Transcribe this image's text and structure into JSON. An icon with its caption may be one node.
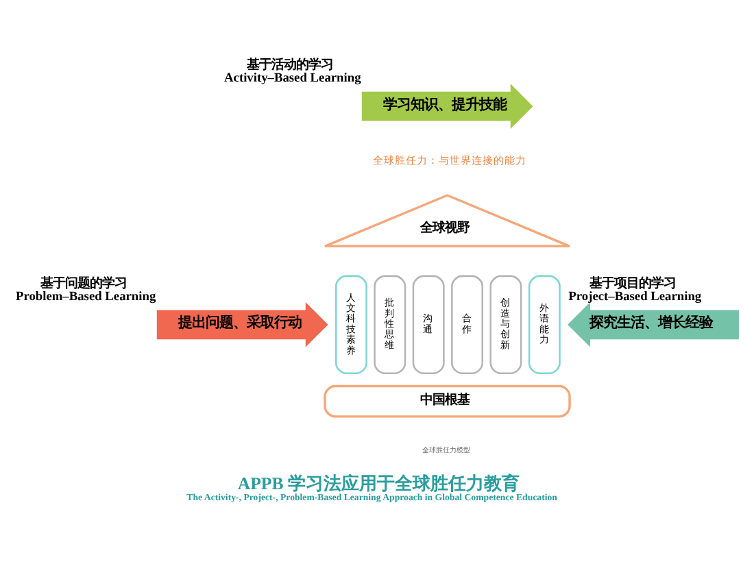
{
  "diagram": {
    "title": "APPB 学习法应用于全球胜任力教育",
    "caption": "The Activity-, Project-, Problem-Based Learning Approach in Global Competence Education",
    "nodes": [
      {
        "text": [
          "基于活动的学习",
          "Activity–Based Learning",
          "学习知识、提升技能"
        ]
      },
      {
        "text": [
          "基于项目的学习",
          "Project–Based Learning",
          "探究生活、增长经验"
        ]
      },
      {
        "text": [
          "基于问题的学习",
          "Problem–Based Learning",
          "提出问题、采取行动"
        ]
      },
      {
        "text": [
          "全球视野"
        ]
      },
      {
        "text": [
          "人文科技素养"
        ]
      },
      {
        "text": [
          "批判性思维"
        ]
      },
      {
        "text": [
          "沟通"
        ]
      },
      {
        "text": [
          "合作"
        ]
      },
      {
        "text": [
          "创造与创新"
        ]
      },
      {
        "text": [
          "外语能力"
        ]
      },
      {
        "text": [
          "中国根基"
        ]
      }
    ],
    "labels": [
      "全球胜任力：与世界连接的能力",
      "全球胜任力模型"
    ]
  }
}
